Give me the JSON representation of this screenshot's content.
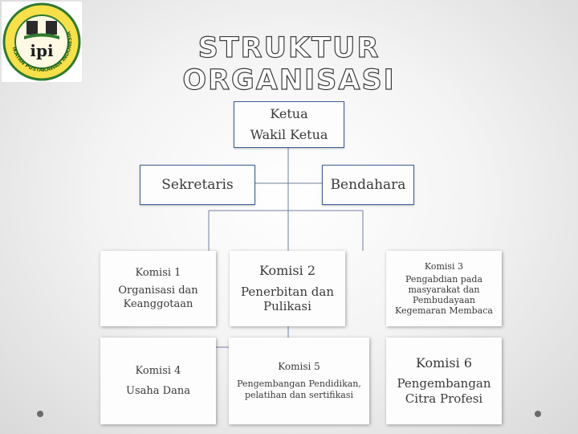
{
  "page_title": "STRUKTUR ORGANISASI",
  "logo": {
    "monogram": "ipi",
    "ring_text": "IKATAN PUSTAKAWAN INDONESIA"
  },
  "chart": {
    "ketua": {
      "line1": "Ketua",
      "line2": "Wakil Ketua"
    },
    "sekretaris": "Sekretaris",
    "bendahara": "Bendahara",
    "komisi1": {
      "line1": "Komisi 1",
      "line2": "Organisasi dan Keanggotaan"
    },
    "komisi2": {
      "line1": "Komisi 2",
      "line2": "Penerbitan dan Pulikasi"
    },
    "komisi3": {
      "line1": "Komisi 3",
      "line2": "Pengabdian pada masyarakat dan Pembudayaan Kegemaran Membaca"
    },
    "komisi4": {
      "line1": "Komisi 4",
      "line2": "Usaha Dana"
    },
    "komisi5": {
      "line1": "Komisi 5",
      "line2": "Pengembangan Pendidikan, pelatihan dan sertifikasi"
    },
    "komisi6": {
      "line1": "Komisi 6",
      "line2": "Pengembangan Citra Profesi"
    }
  },
  "colors": {
    "box_border": "#3f5f97",
    "connector": "#6f7f9f",
    "title_outline": "#3c3c3c"
  }
}
